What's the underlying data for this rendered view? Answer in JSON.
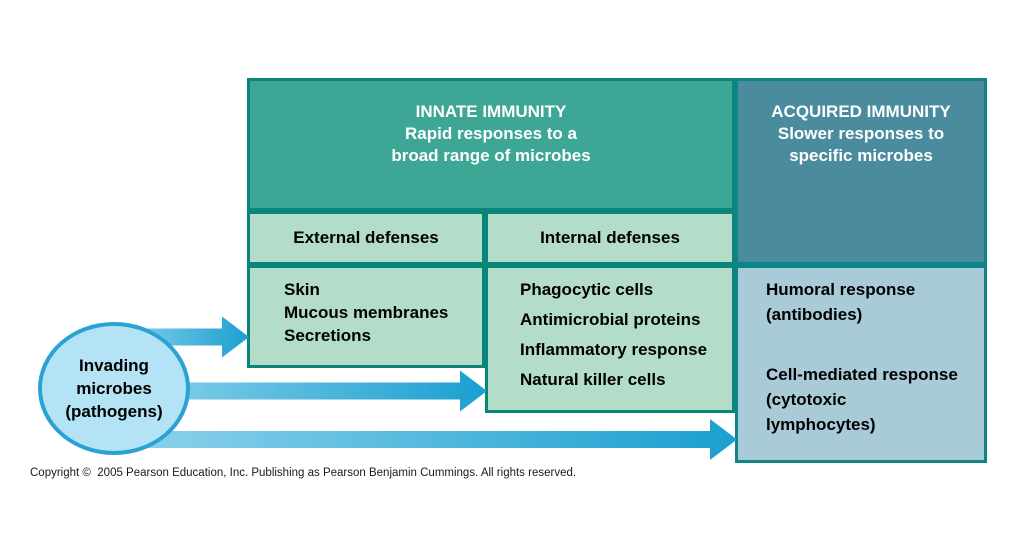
{
  "innate": {
    "title": "INNATE IMMUNITY",
    "subtitle": "Rapid responses to a\nbroad range of microbes",
    "external": {
      "header": "External defenses",
      "items": [
        "Skin",
        "Mucous membranes",
        "Secretions"
      ]
    },
    "internal": {
      "header": "Internal defenses",
      "items": [
        "Phagocytic cells",
        "Antimicrobial proteins",
        "Inflammatory response",
        "Natural killer cells"
      ]
    }
  },
  "acquired": {
    "title": "ACQUIRED IMMUNITY",
    "subtitle": "Slower responses to\nspecific microbes",
    "responses": [
      {
        "name": "Humoral response",
        "detail": "(antibodies)"
      },
      {
        "name": "Cell-mediated response",
        "detail": "(cytotoxic\nlymphocytes)"
      }
    ]
  },
  "source": {
    "label": "Invading\nmicrobes\n(pathogens)"
  },
  "footer": {
    "copyright": "Copyright ©  2005 Pearson Education, Inc. Publishing as Pearson Benjamin Cummings. All rights reserved."
  },
  "colors": {
    "innate_header_bg": "#3EA695",
    "acquired_header_bg": "#4A8C9E",
    "light_green_bg": "#B3DCC9",
    "light_blue_bg": "#A9CBD7",
    "green_border": "#0A8579",
    "blue_border": "#0E8486",
    "arrow_blue": "#1B9FD0",
    "arrow_light_blue": "#8FD3EC",
    "circle_fill": "#B5E3F6",
    "circle_border": "#2AA2D3"
  }
}
